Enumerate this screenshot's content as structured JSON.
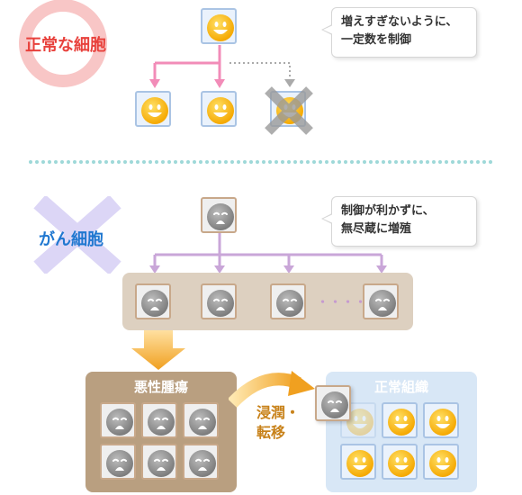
{
  "normal_section": {
    "title": "正常な細胞",
    "bubble_line1": "増えすぎないように、",
    "bubble_line2": "一定数を制御",
    "title_color": "#e8413c",
    "arrow_color": "#f28cb8"
  },
  "cancer_section": {
    "title": "がん細胞",
    "bubble_line1": "制御が利かずに、",
    "bubble_line2": "無尽蔵に増殖",
    "title_color": "#1f77d0",
    "arrow_color": "#c9a6d8",
    "ellipsis": "・・・・"
  },
  "malignant_box": {
    "label": "悪性腫瘍",
    "color": "#b99f80"
  },
  "normal_tissue_box": {
    "label": "正常組織",
    "color": "#d8e7f6"
  },
  "invasion_label": {
    "line1": "浸潤・",
    "line2": "転移",
    "color": "#c8821a"
  },
  "icons": [
    "smiley-face-icon",
    "sad-face-icon",
    "cross-mark-icon",
    "down-arrow-icon",
    "curved-arrow-icon"
  ]
}
